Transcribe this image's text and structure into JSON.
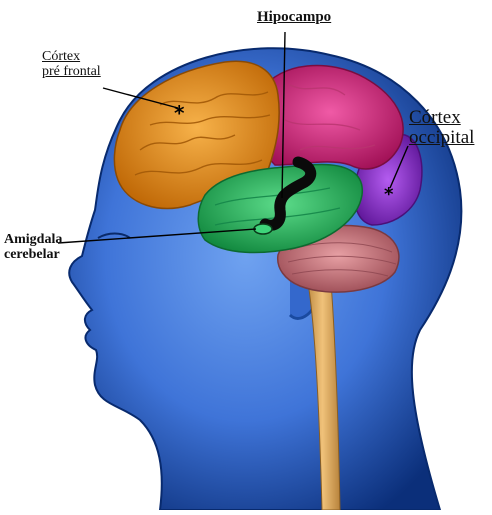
{
  "labels": {
    "hipocampo": "Hipocampo",
    "cortex_pre_frontal": [
      "Córtex",
      "pré frontal"
    ],
    "cortex_occipital": [
      "Córtex",
      "occipital"
    ],
    "amigdala_cerebelar": [
      "Amigdala",
      "cerebelar"
    ],
    "markers": [
      "*",
      "*"
    ]
  },
  "colors": {
    "head_blue": "#3f74d8",
    "head_dark": "#0b2f7a",
    "prefrontal_orange": "#e08a16",
    "parietal_magenta": "#d6247a",
    "occipital_purple": "#8a2ac8",
    "temporal_green": "#22b45a",
    "cerebellum_rose": "#c8737a",
    "brainstem_tan": "#d8a25a"
  }
}
